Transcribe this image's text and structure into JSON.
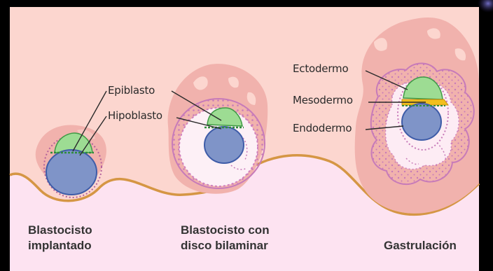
{
  "colors": {
    "background": "#fcd6cf",
    "lower_tissue": "#fde3f1",
    "uterine_line": "#d59644",
    "decidua": "#f1b2ad",
    "epiblast": "#9ddc93",
    "hypoblast": "#7f94c8",
    "mesoderm": "#f2bf1d",
    "cavity": "#fdecf4",
    "frame": "#000000"
  },
  "stages": [
    {
      "caption_line1": "Blastocisto",
      "caption_line2": "implantado"
    },
    {
      "caption_line1": "Blastocisto con",
      "caption_line2": "disco bilaminar",
      "labels": {
        "epiblast": "Epiblasto",
        "hypoblast": "Hipoblasto"
      }
    },
    {
      "caption_line1": "Gastrulación",
      "labels": {
        "ectoderm": "Ectodermo",
        "mesoderm": "Mesodermo",
        "endoderm": "Endodermo"
      }
    }
  ]
}
